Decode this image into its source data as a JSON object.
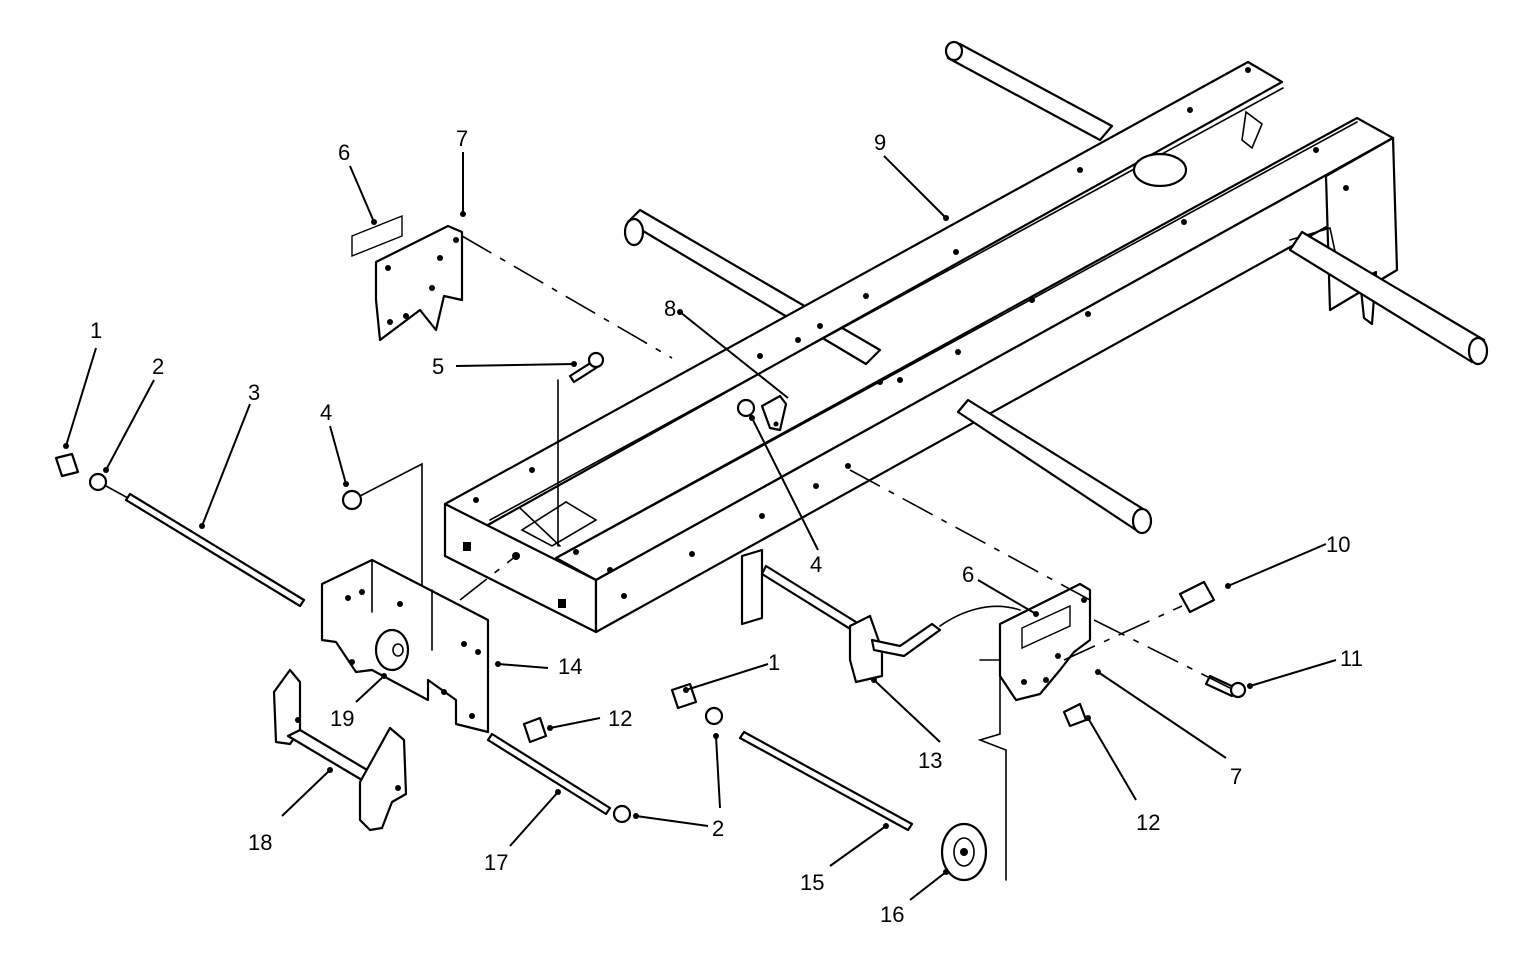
{
  "callouts": [
    {
      "id": "c1a",
      "text": "1"
    },
    {
      "id": "c2a",
      "text": "2"
    },
    {
      "id": "c3",
      "text": "3"
    },
    {
      "id": "c4a",
      "text": "4"
    },
    {
      "id": "c5",
      "text": "5"
    },
    {
      "id": "c6a",
      "text": "6"
    },
    {
      "id": "c7a",
      "text": "7"
    },
    {
      "id": "c8",
      "text": "8"
    },
    {
      "id": "c9",
      "text": "9"
    },
    {
      "id": "c4b",
      "text": "4"
    },
    {
      "id": "c10",
      "text": "10"
    },
    {
      "id": "c6b",
      "text": "6"
    },
    {
      "id": "c11",
      "text": "11"
    },
    {
      "id": "c1b",
      "text": "1"
    },
    {
      "id": "c12a",
      "text": "12"
    },
    {
      "id": "c14",
      "text": "14"
    },
    {
      "id": "c19",
      "text": "19"
    },
    {
      "id": "c13",
      "text": "13"
    },
    {
      "id": "c7b",
      "text": "7"
    },
    {
      "id": "c12b",
      "text": "12"
    },
    {
      "id": "c2b",
      "text": "2"
    },
    {
      "id": "c18",
      "text": "18"
    },
    {
      "id": "c17",
      "text": "17"
    },
    {
      "id": "c15",
      "text": "15"
    },
    {
      "id": "c16",
      "text": "16"
    }
  ]
}
